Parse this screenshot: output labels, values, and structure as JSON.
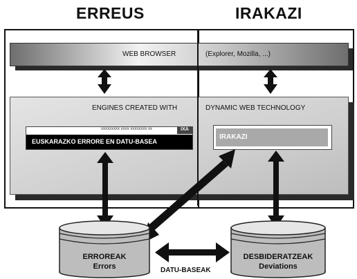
{
  "headers": {
    "left": "ERREUS",
    "right": "IRAKAZI"
  },
  "browser": {
    "label": "WEB BROWSER",
    "examples": "(Explorer, Mozilla, ...)"
  },
  "engines": {
    "label_left": "ENGINES CREATED WITH",
    "label_right": "DYNAMIC WEB TECHNOLOGY"
  },
  "erreus_app": {
    "topbar_text": "xxxxxxxxx xxxx  xxxxxxxx xx",
    "badge": "IXA",
    "title": "EUSKARAZKO ERRORE EN DATU-BASEA"
  },
  "irakazi_app": {
    "title": "IRAKAZI"
  },
  "db_left": {
    "name": "ERROREAK",
    "sub": "Errors"
  },
  "db_right": {
    "name": "DESBIDERATZEAK",
    "sub": "Deviations"
  },
  "footer": {
    "label": "DATU-BASEAK"
  },
  "colors": {
    "arrow": "#111111",
    "irakazi_bar": "#a9a9a9",
    "dark_band": "#000000"
  }
}
